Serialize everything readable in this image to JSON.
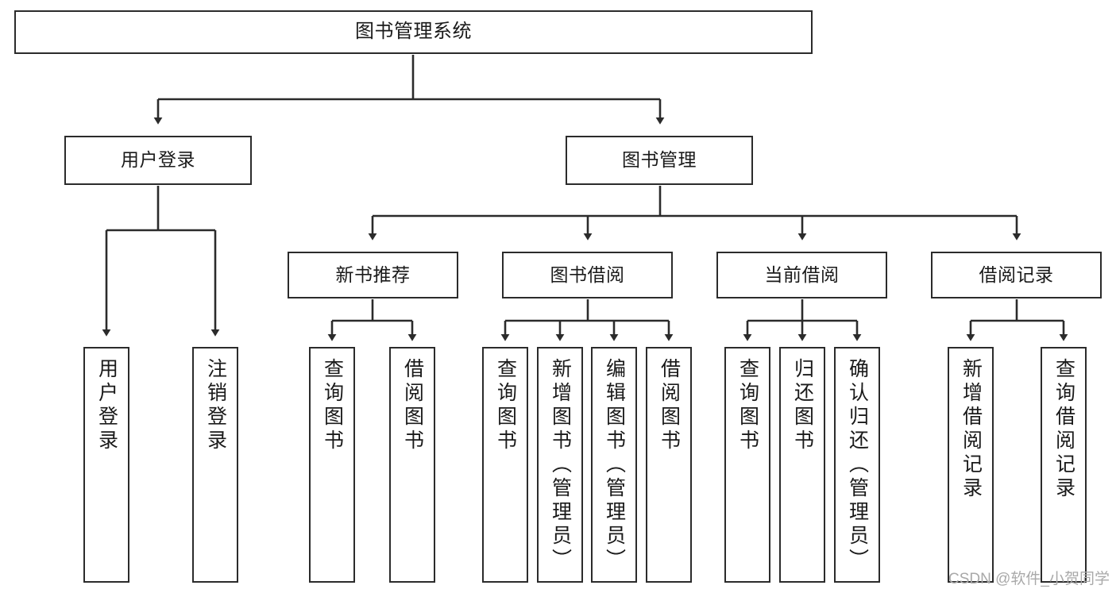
{
  "diagram": {
    "title": "图书管理系统",
    "type": "tree-hierarchy",
    "stroke_color": "#2b2b2b",
    "fill_color": "#ffffff",
    "text_color": "#1a1a1a"
  },
  "nodes": {
    "root": {
      "label": "图书管理系统"
    },
    "level2": [
      {
        "label": "用户登录"
      },
      {
        "label": "图书管理"
      }
    ],
    "level3": [
      {
        "label": "新书推荐"
      },
      {
        "label": "图书借阅"
      },
      {
        "label": "当前借阅"
      },
      {
        "label": "借阅记录"
      }
    ],
    "leaves_user_login": [
      {
        "label": "用户登录"
      },
      {
        "label": "注销登录"
      }
    ],
    "leaves_new_book": [
      {
        "label": "查询图书"
      },
      {
        "label": "借阅图书"
      }
    ],
    "leaves_borrow": [
      {
        "label": "查询图书"
      },
      {
        "label": "新增图书（管理员）"
      },
      {
        "label": "编辑图书（管理员）"
      },
      {
        "label": "借阅图书"
      }
    ],
    "leaves_current": [
      {
        "label": "查询图书"
      },
      {
        "label": "归还图书"
      },
      {
        "label": "确认归还（管理员）"
      }
    ],
    "leaves_records": [
      {
        "label": "新增借阅记录"
      },
      {
        "label": "查询借阅记录"
      }
    ]
  },
  "watermark": {
    "text": "CSDN @软件_小贺同学"
  }
}
